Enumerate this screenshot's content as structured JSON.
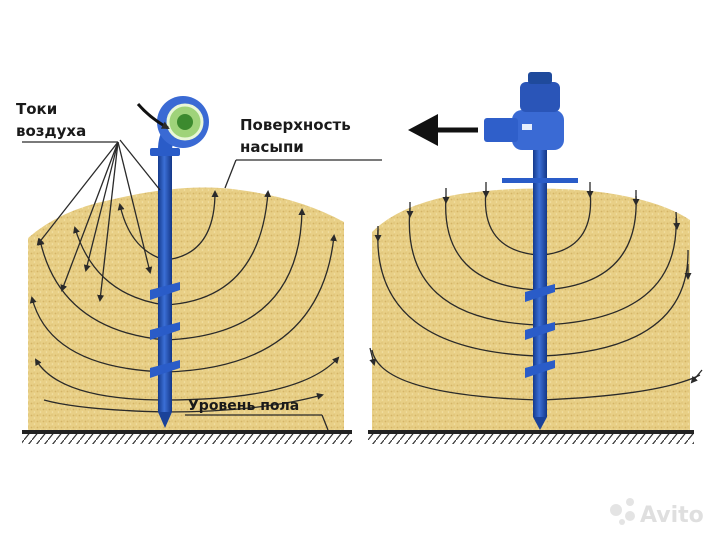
{
  "labels": {
    "air_currents": [
      "Токи",
      "воздуха"
    ],
    "pile_surface": [
      "Поверхность",
      "насыпи"
    ],
    "floor_level": "Уровень пола"
  },
  "watermark": "Avito",
  "colors": {
    "grain": "#e8cf86",
    "grain_dark": "#c9a95a",
    "aerator_blue": "#1f4fb5",
    "arrow": "#2a2a2a",
    "text": "#1a1a1a",
    "watermark": "#dcdcdc"
  }
}
